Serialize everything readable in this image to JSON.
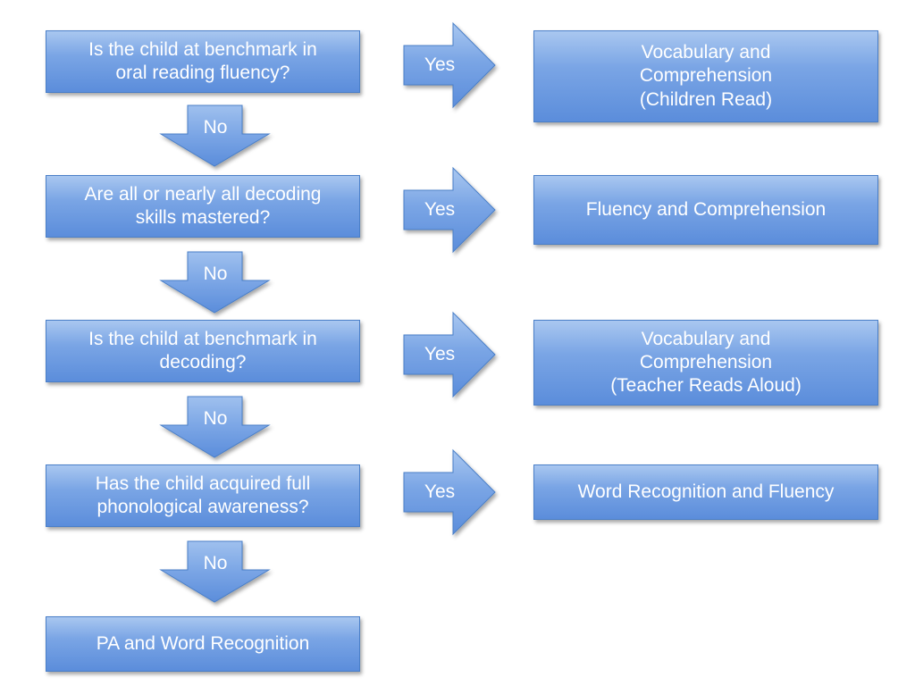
{
  "questions": [
    {
      "text": "Is the child at benchmark in\noral reading fluency?"
    },
    {
      "text": "Are all or nearly all decoding\nskills mastered?"
    },
    {
      "text": "Is the child at benchmark in\ndecoding?"
    },
    {
      "text": "Has the child acquired full\nphonological awareness?"
    }
  ],
  "outcomes": [
    {
      "text": "Vocabulary and\nComprehension\n(Children Read)"
    },
    {
      "text": "Fluency and Comprehension"
    },
    {
      "text": "Vocabulary and\nComprehension\n(Teacher Reads Aloud)"
    },
    {
      "text": "Word Recognition and Fluency"
    }
  ],
  "final": {
    "text": "PA and Word Recognition"
  },
  "yes_label": "Yes",
  "no_label": "No",
  "colors": {
    "box_top": "#a9c7f0",
    "box_bottom": "#5b8ddb",
    "border": "#4a7fc8"
  }
}
